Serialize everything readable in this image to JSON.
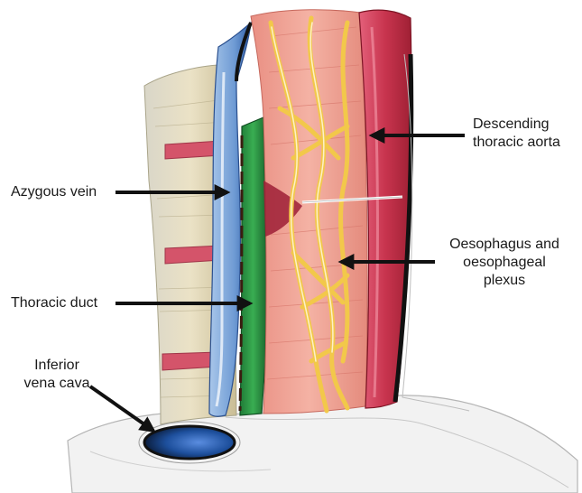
{
  "figure": {
    "labels": {
      "descending_aorta": [
        "Descending",
        "thoracic aorta"
      ],
      "azygous_vein": "Azygous vein",
      "oesophagus": [
        "Oesophagus and",
        "oesophageal",
        "plexus"
      ],
      "thoracic_duct": "Thoracic duct",
      "ivc": [
        "Inferior",
        "vena cava"
      ]
    },
    "colors": {
      "vertebra": "#e8dcc0",
      "disc": "#d4546a",
      "azygous_vein": "#8fb5e0",
      "thoracic_duct": "#2e9a45",
      "oesophagus": "#f0a696",
      "aorta": "#c8344e",
      "plexus": "#f2c84a",
      "ivc": "#1d4f9c",
      "arrow": "#111111"
    }
  }
}
